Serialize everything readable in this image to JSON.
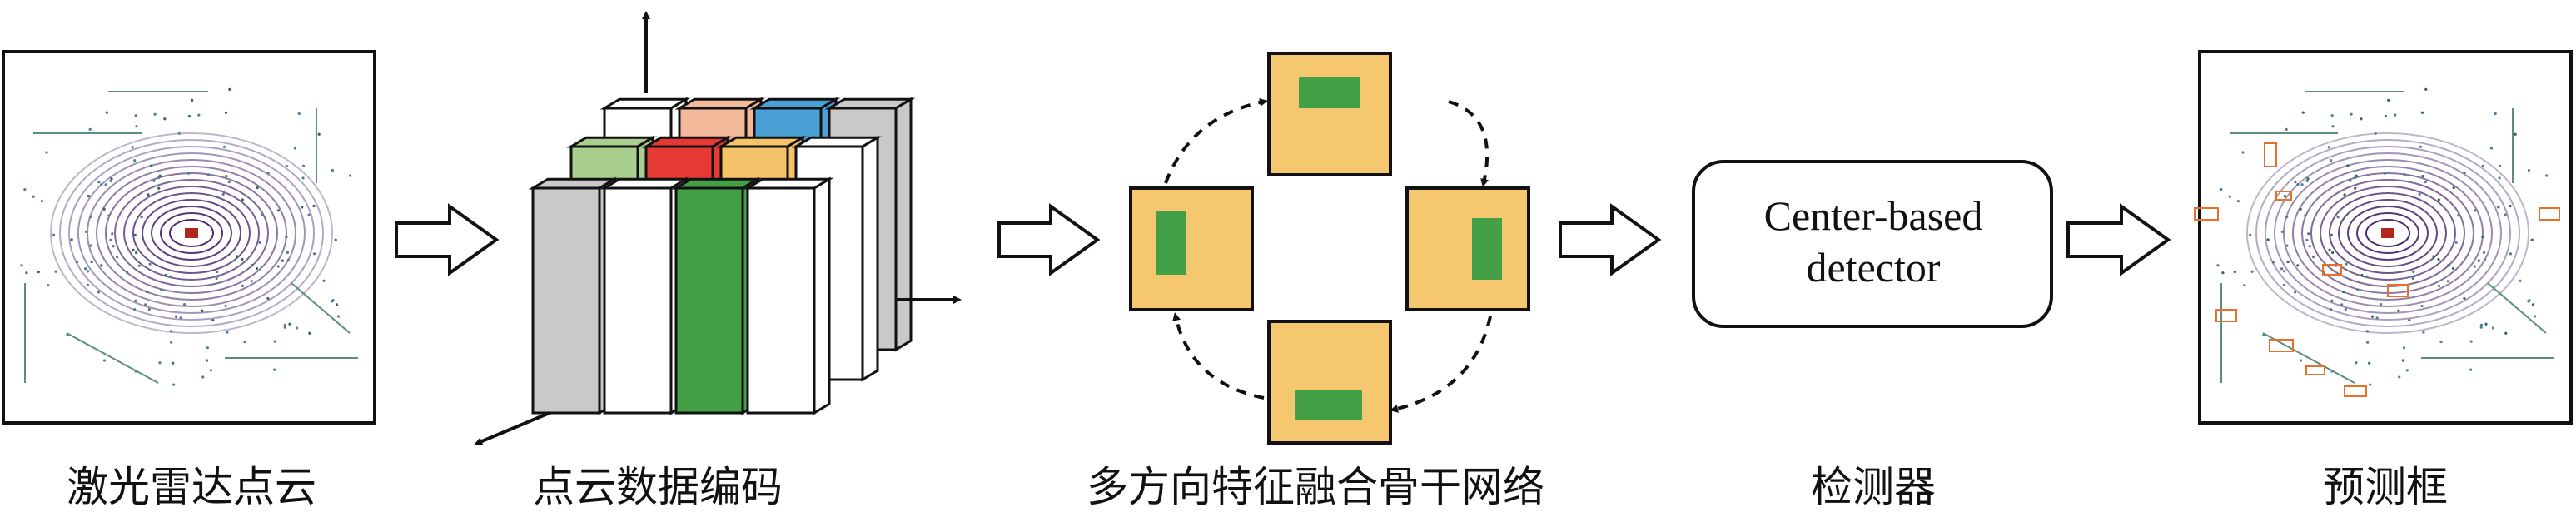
{
  "stages": [
    {
      "id": "lidar",
      "caption": "激光雷达点云",
      "icon": "lidar-point-cloud-image"
    },
    {
      "id": "encoding",
      "caption": "点云数据编码",
      "icon": "voxel-pillar-grid-icon"
    },
    {
      "id": "backbone",
      "caption": "多方向特征融合骨干网络",
      "icon": "multi-direction-rotation-icon"
    },
    {
      "id": "detector",
      "caption": "检测器",
      "icon": "rounded-box",
      "box_lines": [
        "Center-based",
        "detector"
      ]
    },
    {
      "id": "prediction",
      "caption": "预测框",
      "icon": "predicted-boxes-point-cloud-image"
    }
  ],
  "colors": {
    "stroke": "#111111",
    "voxel_gray": "#c9c9c9",
    "voxel_green": "#43a047",
    "voxel_peach": "#f4b89a",
    "voxel_blue": "#4a9fd4",
    "voxel_lightgreen": "#a9cf8f",
    "voxel_red": "#e53935",
    "voxel_orange": "#f5c46a",
    "feature_square": "#f5c76e",
    "feature_mark": "#43a047",
    "point_cloud": "#4b2a6e",
    "pred_box": "#e8702a"
  }
}
